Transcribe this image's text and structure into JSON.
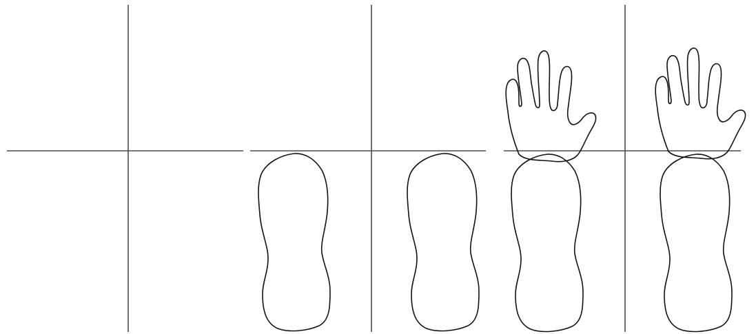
{
  "diagram": {
    "panels": [
      {
        "id": "panel-1",
        "shapes": []
      },
      {
        "id": "panel-2",
        "shapes": [
          "foot-print"
        ]
      },
      {
        "id": "panel-3",
        "shapes": [
          "foot-print"
        ]
      },
      {
        "id": "panel-4",
        "shapes": [
          "foot-print",
          "hand-print"
        ]
      },
      {
        "id": "panel-5",
        "shapes": [
          "foot-print",
          "hand-print"
        ]
      }
    ],
    "colors": {
      "background": "#ffffff",
      "axis": "#4a4a4a",
      "outline": "#111111"
    }
  }
}
